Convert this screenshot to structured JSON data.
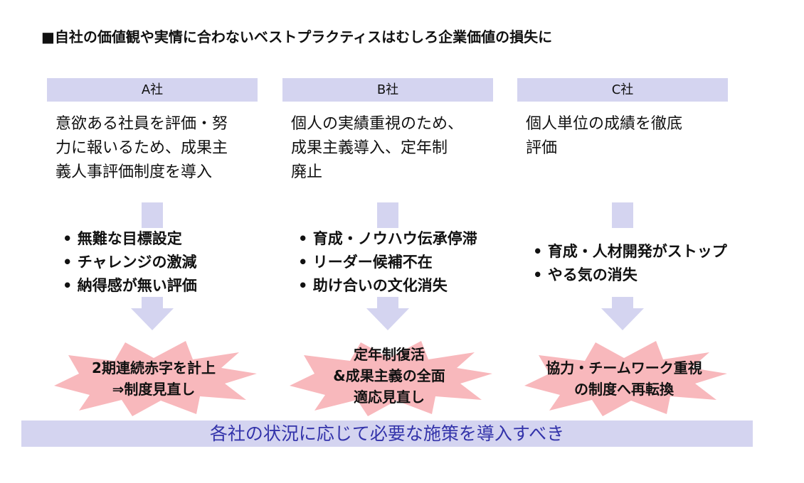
{
  "title": "■自社の価値観や実情に合わないベストプラクティスはむしろ企業価値の損失に",
  "columns": [
    {
      "header": "A社",
      "description": [
        "意欲ある社員を評価・努",
        "力に報いるため、成果主",
        "義人事評価制度を導入"
      ],
      "bullets": [
        "無難な目標設定",
        "チャレンジの激減",
        "納得感が無い評価"
      ],
      "result": [
        "2期連続赤字を計上",
        "⇒制度見直し"
      ]
    },
    {
      "header": "B社",
      "description": [
        "個人の実績重視のため、",
        "成果主義導入、定年制",
        "廃止"
      ],
      "bullets": [
        "育成・ノウハウ伝承停滞",
        "リーダー候補不在",
        "助け合いの文化消失"
      ],
      "result": [
        "定年制復活",
        "&成果主義の全面",
        "適応見直し"
      ]
    },
    {
      "header": "C社",
      "description": [
        "個人単位の成績を徹底",
        "評価"
      ],
      "bullets": [
        "育成・人材開発がストップ",
        "やる気の消失"
      ],
      "result": [
        "協力・チームワーク重視",
        "の制度へ再転換"
      ]
    }
  ],
  "conclusion": "各社の状況に応じて必要な施策を導入すべき",
  "colors": {
    "box": "#d4d4f0",
    "burst": "#f8b8bc",
    "conclusion_text": "#3333aa"
  }
}
